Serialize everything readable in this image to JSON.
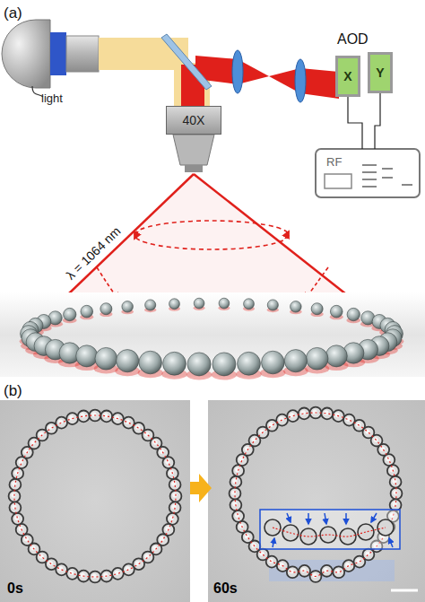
{
  "diagram": {
    "nodes": [
      {
        "text": [
          "40X"
        ]
      },
      {
        "text": [
          "X"
        ]
      },
      {
        "text": [
          "Y"
        ]
      },
      {
        "text": [
          "RF"
        ]
      }
    ],
    "edges": [
      {
        "from": 1,
        "to": 3,
        "arrow": "none"
      },
      {
        "from": 2,
        "to": 3,
        "arrow": "none"
      }
    ],
    "labels": [
      "(a)",
      "light",
      "AOD",
      "λ = 1064 nm",
      "(b)",
      "0s",
      "60s"
    ]
  }
}
